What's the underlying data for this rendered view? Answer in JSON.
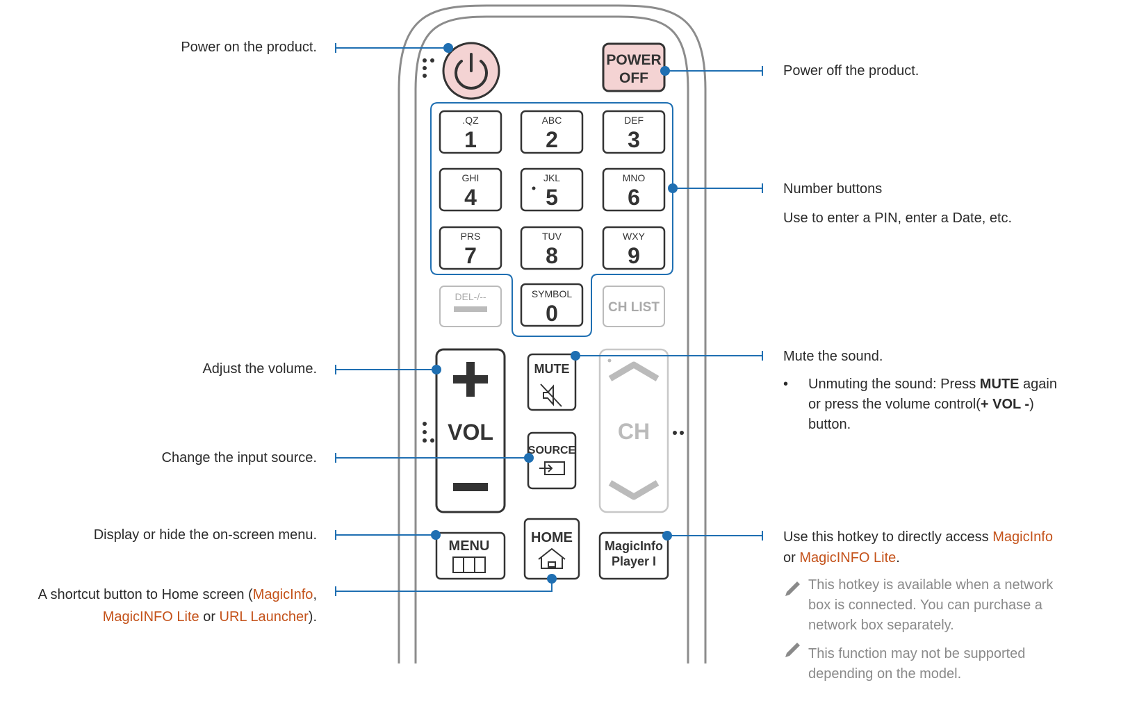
{
  "callouts": {
    "power_on": "Power on the product.",
    "power_off": "Power off the product.",
    "number_title": "Number buttons",
    "number_desc": "Use to enter a PIN, enter a Date, etc.",
    "volume": "Adjust the volume.",
    "mute_title": "Mute the sound.",
    "mute_bullet_1": "Unmuting the sound: Press ",
    "mute_bullet_key": "MUTE",
    "mute_bullet_2": " again",
    "mute_bullet_3": "or press the volume control(",
    "mute_bullet_vol": "+ VOL -",
    "mute_bullet_4": ")",
    "mute_bullet_5": "button.",
    "source": "Change the input source.",
    "menu": "Display or hide the on-screen menu.",
    "home_1": "A shortcut button to Home screen (",
    "home_magicinfo": "MagicInfo",
    "home_2": ",",
    "home_magicinfo_lite": "MagicINFO Lite",
    "home_3": " or ",
    "home_url": "URL Launcher",
    "home_4": ").",
    "magicinfo_1": "Use this hotkey to directly access ",
    "magicinfo_link": "MagicInfo",
    "magicinfo_2": "or ",
    "magicinfo_lite_link": "MagicINFO Lite",
    "magicinfo_3": ".",
    "note_1_a": "This hotkey is available when a network",
    "note_1_b": "box is connected. You can purchase a",
    "note_1_c": "network box separately.",
    "note_2_a": "This function may not be supported",
    "note_2_b": "depending on the model."
  },
  "remote": {
    "power_off_line1": "POWER",
    "power_off_line2": "OFF",
    "keys": [
      {
        "letters": ".QZ",
        "digit": "1"
      },
      {
        "letters": "ABC",
        "digit": "2"
      },
      {
        "letters": "DEF",
        "digit": "3"
      },
      {
        "letters": "GHI",
        "digit": "4"
      },
      {
        "letters": "JKL",
        "digit": "5"
      },
      {
        "letters": "MNO",
        "digit": "6"
      },
      {
        "letters": "PRS",
        "digit": "7"
      },
      {
        "letters": "TUV",
        "digit": "8"
      },
      {
        "letters": "WXY",
        "digit": "9"
      }
    ],
    "del": "DEL-/--",
    "symbol": "SYMBOL",
    "zero": "0",
    "ch_list": "CH LIST",
    "vol": "VOL",
    "mute": "MUTE",
    "source": "SOURCE",
    "ch": "CH",
    "menu": "MENU",
    "home": "HOME",
    "magicinfo_line1": "MagicInfo",
    "magicinfo_line2": "Player I"
  },
  "colors": {
    "accent_line": "#1f6fb2",
    "link": "#c4521a",
    "power_fill": "#f4d3d3",
    "remote_outline": "#8c8c8c"
  },
  "icons": [
    "power-icon",
    "mute-speaker-icon",
    "source-input-icon",
    "menu-grid-icon",
    "home-house-icon",
    "note-pencil-icon"
  ]
}
